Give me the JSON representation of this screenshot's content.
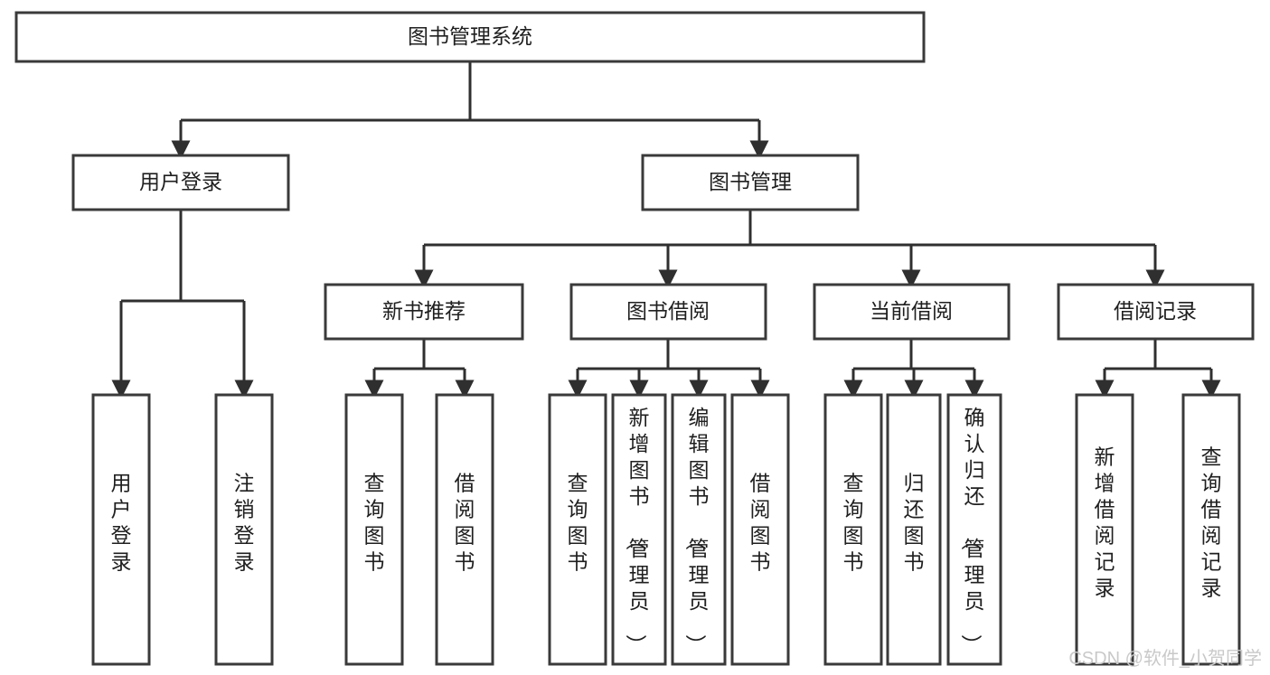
{
  "diagram": {
    "title": "图书管理系统",
    "type": "tree-hierarchy-flowchart",
    "colors": {
      "box_stroke": "#3a3a3a",
      "box_fill": "#ffffff",
      "connector": "#2f2f2f",
      "text": "#1f1f1f",
      "watermark": "#c9c9c9",
      "background": "#ffffff"
    },
    "root": {
      "label": "图书管理系统"
    },
    "level2": [
      {
        "label": "用户登录"
      },
      {
        "label": "图书管理"
      }
    ],
    "level3": [
      {
        "label": "新书推荐"
      },
      {
        "label": "图书借阅"
      },
      {
        "label": "当前借阅"
      },
      {
        "label": "借阅记录"
      }
    ],
    "leaves_user_login": [
      {
        "label": "用户登录"
      },
      {
        "label": "注销登录"
      }
    ],
    "leaves_new_book": [
      {
        "label": "查询图书"
      },
      {
        "label": "借阅图书"
      }
    ],
    "leaves_borrow": [
      {
        "label": "查询图书"
      },
      {
        "label": "新增图书（管理员）"
      },
      {
        "label": "编辑图书（管理员）"
      },
      {
        "label": "借阅图书"
      }
    ],
    "leaves_current": [
      {
        "label": "查询图书"
      },
      {
        "label": "归还图书"
      },
      {
        "label": "确认归还（管理员）"
      }
    ],
    "leaves_records": [
      {
        "label": "新增借阅记录"
      },
      {
        "label": "查询借阅记录"
      }
    ]
  },
  "watermark": {
    "text": "CSDN @软件_小贺同学"
  }
}
